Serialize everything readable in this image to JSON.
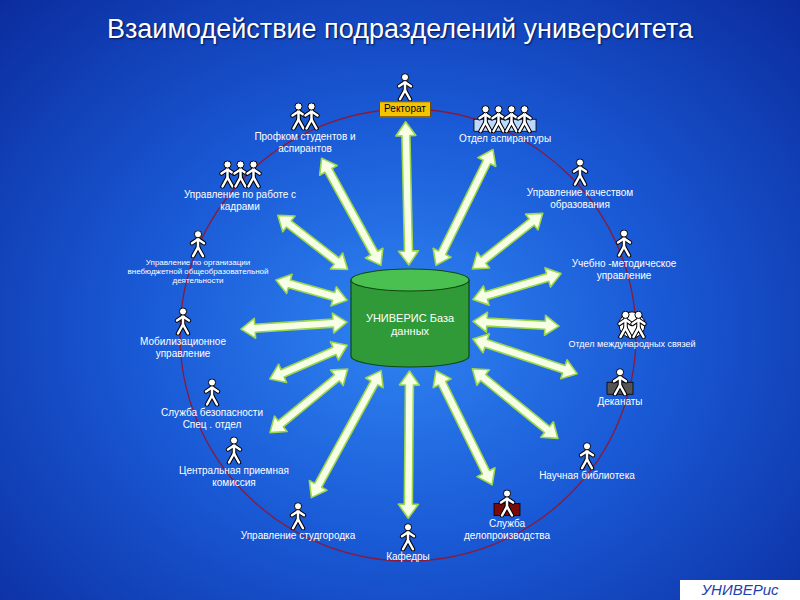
{
  "diagram": {
    "title": "Взаимодействие подразделений университета",
    "nodes": [
      {
        "text": [
          "УНИВЕРИС База данных"
        ]
      },
      {
        "text": [
          "Ректорат"
        ]
      },
      {
        "text": [
          "Отдел аспирантуры"
        ]
      },
      {
        "text": [
          "Управление качеством образования"
        ]
      },
      {
        "text": [
          "Учебно -методическое управление"
        ]
      },
      {
        "text": [
          "Отдел международных связей"
        ]
      },
      {
        "text": [
          "Деканаты"
        ]
      },
      {
        "text": [
          "Научная библиотека"
        ]
      },
      {
        "text": [
          "Служба делопроизводства"
        ]
      },
      {
        "text": [
          "Кафедры"
        ]
      },
      {
        "text": [
          "Управление студгородка"
        ]
      },
      {
        "text": [
          "Центральная приемная комиссия"
        ]
      },
      {
        "text": [
          "Служба безопасности Спец . отдел"
        ]
      },
      {
        "text": [
          "Мобилизационное управление"
        ]
      },
      {
        "text": [
          "Управление по организации внебюджетной общеобразовательной деятельности"
        ]
      },
      {
        "text": [
          "Управление по работе с кадрами"
        ]
      },
      {
        "text": [
          "Профком студентов и аспирантов"
        ]
      }
    ],
    "edges": [
      {
        "from": 0,
        "to": 1,
        "arrow": "both"
      },
      {
        "from": 0,
        "to": 2,
        "arrow": "both"
      },
      {
        "from": 0,
        "to": 3,
        "arrow": "both"
      },
      {
        "from": 0,
        "to": 4,
        "arrow": "both"
      },
      {
        "from": 0,
        "to": 5,
        "arrow": "both"
      },
      {
        "from": 0,
        "to": 6,
        "arrow": "both"
      },
      {
        "from": 0,
        "to": 7,
        "arrow": "both"
      },
      {
        "from": 0,
        "to": 8,
        "arrow": "both"
      },
      {
        "from": 0,
        "to": 9,
        "arrow": "both"
      },
      {
        "from": 0,
        "to": 10,
        "arrow": "both"
      },
      {
        "from": 0,
        "to": 11,
        "arrow": "both"
      },
      {
        "from": 0,
        "to": 12,
        "arrow": "both"
      },
      {
        "from": 0,
        "to": 13,
        "arrow": "both"
      },
      {
        "from": 0,
        "to": 14,
        "arrow": "both"
      },
      {
        "from": 0,
        "to": 15,
        "arrow": "both"
      },
      {
        "from": 0,
        "to": 16,
        "arrow": "both"
      }
    ],
    "labels": [
      "УНИВЕРис"
    ]
  }
}
